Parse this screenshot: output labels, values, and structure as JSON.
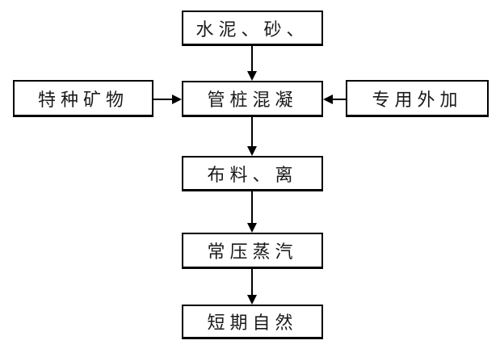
{
  "diagram": {
    "type": "flowchart",
    "background_color": "#ffffff",
    "box_border_color": "#000000",
    "text_color": "#1a1a1a",
    "nodes": [
      {
        "id": "cement-sand",
        "label": "水泥、砂、"
      },
      {
        "id": "special-minerals",
        "label": "特种矿物"
      },
      {
        "id": "pile-concrete",
        "label": "管桩混凝"
      },
      {
        "id": "admixture",
        "label": "专用外加"
      },
      {
        "id": "distribution",
        "label": "布料、离"
      },
      {
        "id": "steam-curing",
        "label": "常压蒸汽"
      },
      {
        "id": "natural-curing",
        "label": "短期自然"
      }
    ],
    "edges": [
      {
        "from": "cement-sand",
        "to": "pile-concrete",
        "direction": "down"
      },
      {
        "from": "special-minerals",
        "to": "pile-concrete",
        "direction": "right"
      },
      {
        "from": "admixture",
        "to": "pile-concrete",
        "direction": "left"
      },
      {
        "from": "pile-concrete",
        "to": "distribution",
        "direction": "down"
      },
      {
        "from": "distribution",
        "to": "steam-curing",
        "direction": "down"
      },
      {
        "from": "steam-curing",
        "to": "natural-curing",
        "direction": "down"
      }
    ]
  }
}
